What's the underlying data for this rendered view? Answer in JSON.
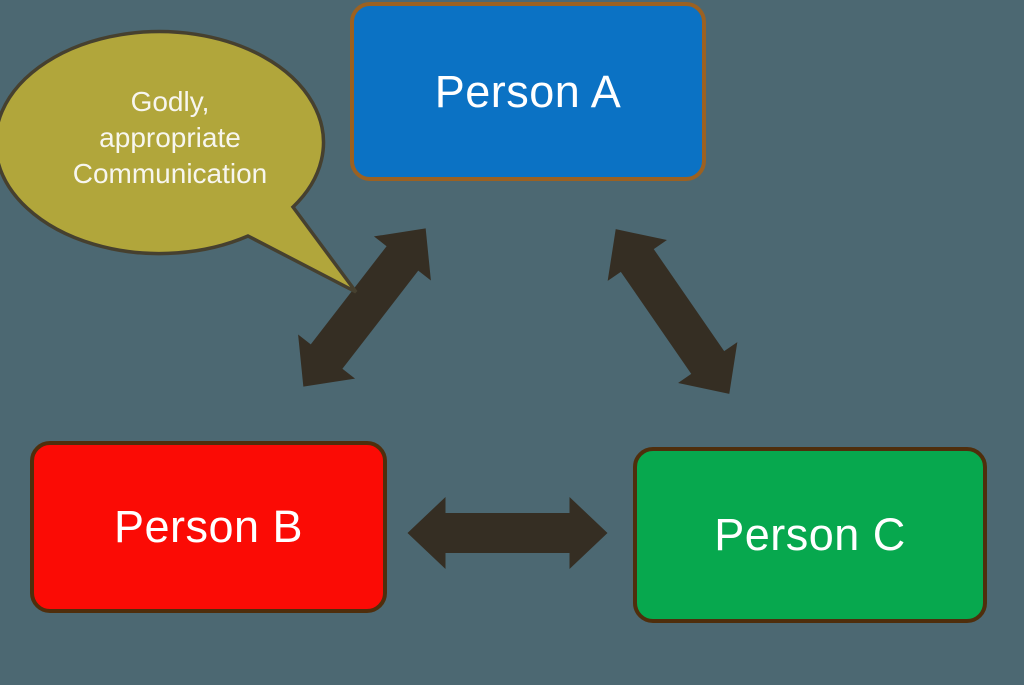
{
  "title": "Three-person communication triangle diagram",
  "colors": {
    "background": "#4C6872",
    "arrow": "#352E23",
    "bubble_fill": "#B1A63B",
    "bubble_border": "#46402F",
    "person_a_fill": "#0B72C4",
    "person_a_border": "#9C6121",
    "person_b_fill": "#FB0B05",
    "person_b_border": "#4F2E0C",
    "person_c_fill": "#07A84E",
    "person_c_border": "#4F2E0C",
    "label_text": "#FFFFFF"
  },
  "nodes": [
    {
      "id": "person-a",
      "label": "Person A"
    },
    {
      "id": "person-b",
      "label": "Person B"
    },
    {
      "id": "person-c",
      "label": "Person C"
    }
  ],
  "edges": [
    {
      "from": "Person A",
      "to": "Person B",
      "type": "double-headed-arrow"
    },
    {
      "from": "Person A",
      "to": "Person C",
      "type": "double-headed-arrow"
    },
    {
      "from": "Person B",
      "to": "Person C",
      "type": "double-headed-arrow"
    }
  ],
  "bubble": {
    "lines": [
      "Godly,",
      "appropriate",
      "Communication"
    ],
    "points_to": "arrow between Person A and Person B"
  }
}
